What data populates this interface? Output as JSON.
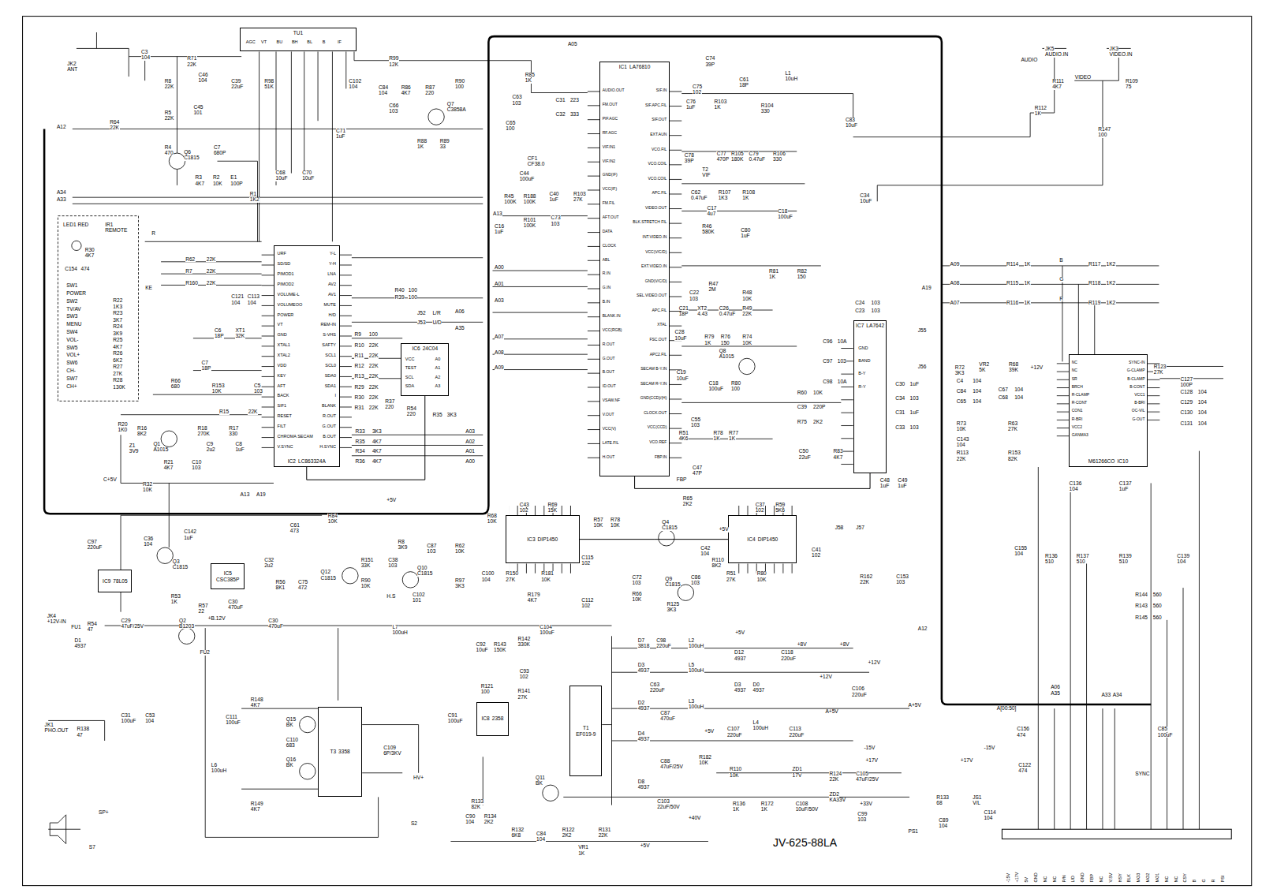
{
  "diagram": {
    "nodes": [
      {
        "text": [
          "TU1"
        ]
      },
      {
        "text": [
          "IC2",
          "LC863324A"
        ]
      },
      {
        "text": [
          "IC6",
          "24C04"
        ]
      },
      {
        "text": [
          "IC1",
          "LA76810"
        ]
      },
      {
        "text": [
          "IC7",
          "LA7642"
        ]
      },
      {
        "text": [
          "M61266CO",
          "IC10"
        ]
      },
      {
        "text": [
          "IC5",
          "CSC385P"
        ]
      },
      {
        "text": [
          "IC9",
          "78L05"
        ]
      },
      {
        "text": [
          "IC3",
          "DIP1450"
        ]
      },
      {
        "text": [
          "IC4",
          "DIP1450"
        ]
      },
      {
        "text": [
          "T3",
          "3358"
        ]
      },
      {
        "text": [
          "IC8",
          "2358"
        ]
      },
      {
        "text": [
          "T1",
          "EF019-9"
        ]
      }
    ],
    "edges": [
      {
        "from": 1,
        "to": 2,
        "arrow": "none"
      },
      {
        "from": 3,
        "to": 4,
        "arrow": "none"
      },
      {
        "from": 8,
        "to": 9,
        "arrow": "none"
      }
    ],
    "labels": [
      "JK2",
      "ANT",
      "C3",
      "104",
      "R71",
      "22K",
      "C46",
      "104",
      "R8",
      "22K",
      "C39",
      "22uF",
      "R98",
      "51K",
      "AGC",
      "VT",
      "BU",
      "BH",
      "BL",
      "B",
      "IF",
      "R5",
      "22K",
      "C45",
      "101",
      "R4",
      "470",
      "Q6",
      "C1815",
      "C7",
      "680P",
      "R3",
      "4K7",
      "R2",
      "10K",
      "E1",
      "100P",
      "R1",
      "1K2",
      "C68",
      "10uF",
      "C70",
      "10uF",
      "C71",
      "1uF",
      "C102",
      "104",
      "R99",
      "12K",
      "A12",
      "R64",
      "22K",
      "A34",
      "A33",
      "LED1 RED",
      "IR1",
      "REMOTE",
      "R30",
      "4K7",
      "C154",
      "474",
      "SW1",
      "POWER",
      "SW2",
      "TV/AV",
      "SW3",
      "MENU",
      "SW4",
      "VOL-",
      "SW5",
      "VOL+",
      "SW6",
      "CH-",
      "SW7",
      "CH+",
      "R22",
      "1K3",
      "R23",
      "3K7",
      "R24",
      "3K9",
      "R25",
      "4K7",
      "R26",
      "6K2",
      "R27",
      "27K",
      "R28",
      "130K",
      "KE",
      "R",
      "R62",
      "R7",
      "R160",
      "22K",
      "22K",
      "22K",
      "C121",
      "104",
      "C113",
      "104",
      "C6",
      "18P",
      "XT1",
      "32K",
      "C7",
      "18P",
      "R66",
      "680",
      "R153",
      "10K",
      "C5",
      "103",
      "R15",
      "22K",
      "R20",
      "1K0",
      "R16",
      "8K2",
      "Q1",
      "A1015",
      "R21",
      "4K7",
      "R18",
      "270K",
      "R17",
      "330",
      "C9",
      "2u2",
      "C8",
      "1uF",
      "C10",
      "103",
      "Z1",
      "3V9",
      "C+5V",
      "R32",
      "10K",
      "A13",
      "A19",
      "URF",
      "SD/SD",
      "PIMOD1",
      "PIMOD2",
      "VOLUME-L",
      "VOLUMEOO",
      "POWER",
      "VT",
      "GND",
      "XTAL1",
      "XTAL2",
      "VDD",
      "KEY",
      "AFT",
      "BACK",
      "SIF1",
      "RESET",
      "FILT",
      "CHROMA SECAM",
      "V.SYNC",
      "Y-L",
      "Y-H",
      "LNA",
      "AV2",
      "AV1",
      "MUTE",
      "H/D",
      "REM-IN",
      "S-VHS",
      "SAFTY",
      "SCL1",
      "SCL0",
      "SDA0",
      "SDA1",
      "I",
      "BLANK",
      "R.OUT",
      "G.OUT",
      "B.OUT",
      "H.SYNC",
      "R40",
      "R39",
      "100",
      "100",
      "J52",
      "J53",
      "L/R",
      "U/D",
      "A06",
      "A35",
      "R9",
      "R10",
      "R11",
      "R12",
      "R13",
      "R29",
      "R30",
      "R31",
      "100",
      "22K",
      "22K",
      "22K",
      "22K",
      "22K",
      "22K",
      "22K",
      "R37",
      "220",
      "R54",
      "220",
      "VCC",
      "TEST",
      "SCL",
      "SDA",
      "A0",
      "A1",
      "A2",
      "A3",
      "R35",
      "3K3",
      "R33",
      "R35",
      "R34",
      "R36",
      "3K3",
      "4K7",
      "4K7",
      "4K7",
      "A03",
      "A02",
      "A01",
      "A00",
      "A13",
      "A00",
      "A01",
      "A03",
      "A07",
      "A08",
      "A09",
      "AUDIO.OUT",
      "FM.OUT",
      "PIF.AGC",
      "RF.AGC",
      "VIF.IN1",
      "VIF.IN2",
      "GND(IF)",
      "VCC(IF)",
      "FM.FIL",
      "AFT.OUT",
      "DATA",
      "CLOCK",
      "ABL",
      "R.IN",
      "G.IN",
      "B.IN",
      "BLANK.IN",
      "VCC(RGB)",
      "R.OUT",
      "G.OUT",
      "B.OUT",
      "ID.OUT",
      "VSAW.NF",
      "V.OUT",
      "VCC(V)",
      "LATE.FIL",
      "H.OUT",
      "SIF.IN",
      "SIF.APC.FIL",
      "SIF.OUT",
      "EXT.AUN",
      "VCO.FIL",
      "VCO.COIL",
      "VCO.COIL",
      "APC.FIL",
      "VIDEO.OUT",
      "BLK.STRETCH FIL",
      "INT.VIDEO.IN",
      "VCC(V/C/D)",
      "EXT.VIDEO.IN",
      "GND(V/C/D)",
      "SEL.VIDEO.OUT",
      "APC.FIL",
      "XTAL",
      "FSC.OUT",
      "APC2.FIL",
      "SECAM B-Y.IN",
      "SECAM R-Y.IN",
      "GND(CCD)/(H)",
      "CLOCK.OUT",
      "VCC(CCD)",
      "VCO.REF",
      "FBP.IN",
      "R85",
      "1K",
      "C63",
      "103",
      "C31",
      "C32",
      "223",
      "333",
      "C84",
      "104",
      "R86",
      "4K7",
      "R87",
      "220",
      "R90",
      "100",
      "C66",
      "103",
      "Q7",
      "C3858A",
      "R88",
      "1K",
      "R89",
      "33",
      "C65",
      "100",
      "CF1",
      "CF38.0",
      "C44",
      "100uF",
      "R45",
      "100K",
      "R188",
      "100K",
      "C40",
      "1uF",
      "R103",
      "27K",
      "C16",
      "1uF",
      "R101",
      "100K",
      "C73",
      "103",
      "C74",
      "39P",
      "L1",
      "10uH",
      "C75",
      "102",
      "C61",
      "18P",
      "R103",
      "1K",
      "C76",
      "1uF",
      "R104",
      "330",
      "C83",
      "10uF",
      "C77",
      "470P",
      "C78",
      "39P",
      "T2",
      "VIF",
      "R105",
      "180K",
      "C79",
      "0.47uF",
      "R106",
      "330",
      "C62",
      "0.47uF",
      "R107",
      "1K3",
      "R108",
      "1K",
      "C17",
      "4u7",
      "R46",
      "580K",
      "C80",
      "1uF",
      "C18",
      "100uF",
      "C34",
      "10uF",
      "R81",
      "1K",
      "R82",
      "150",
      "R47",
      "2M",
      "C22",
      "103",
      "R48",
      "10K",
      "C21",
      "18P",
      "XT2",
      "4.43",
      "C26",
      "0.47uF",
      "R49",
      "22K",
      "C28",
      "10uF",
      "R79",
      "1K",
      "R76",
      "150",
      "R74",
      "10K",
      "Q8",
      "A1015",
      "C19",
      "10uF",
      "C18",
      "100uF",
      "R80",
      "100",
      "C55",
      "103",
      "R51",
      "4K6",
      "R78",
      "1K",
      "R77",
      "1K",
      "C47",
      "47P",
      "FBP",
      "GND",
      "BAND",
      "B-Y",
      "R-Y",
      "C96",
      "C97",
      "C98",
      "10A",
      "103",
      "10A",
      "C24",
      "C23",
      "103",
      "103",
      "J55",
      "J56",
      "C30",
      "C34",
      "C31",
      "C33",
      "1uF",
      "103",
      "1uF",
      "103",
      "R60",
      "C39",
      "R75",
      "10K",
      "220P",
      "2K2",
      "C50",
      "22uF",
      "R83",
      "4K7",
      "C48",
      "1uF",
      "C49",
      "1uF",
      "A19",
      "JK5",
      "AUDIO.IN",
      "JK3",
      "VIDEO.IN",
      "AUDIO",
      "VIDEO",
      "R111",
      "4K7",
      "R109",
      "75",
      "R112",
      "1K",
      "R147",
      "100",
      "A09",
      "A08",
      "A07",
      "R114",
      "R115",
      "R116",
      "1K",
      "1K",
      "1K",
      "B",
      "G",
      "R",
      "R117",
      "R118",
      "R119",
      "1K2",
      "1K2",
      "1K2",
      "NC",
      "NC",
      "SR",
      "BRCH",
      "R-CLAMP",
      "R-CONT",
      "CON1",
      "R-BRI",
      "VCC2",
      "GANMA3",
      "SYNC-IN",
      "G-CLAMP",
      "B-CLAMP",
      "B-CONT",
      "VCC1",
      "B-BRI",
      "OC-VIL",
      "G-OUT",
      "R72",
      "3K3",
      "VR2",
      "5K",
      "R68",
      "39K",
      "+12V",
      "C4",
      "C84",
      "C65",
      "104",
      "104",
      "104",
      "C67",
      "C68",
      "104",
      "104",
      "R73",
      "10K",
      "R63",
      "27K",
      "C143",
      "104",
      "R113",
      "22K",
      "R153",
      "82K",
      "R123",
      "27K",
      "C127",
      "100P",
      "C128",
      "C129",
      "C130",
      "C131",
      "104",
      "104",
      "104",
      "104",
      "C136",
      "104",
      "C137",
      "1uF",
      "C155",
      "104",
      "R136",
      "510",
      "R137",
      "510",
      "R139",
      "510",
      "C139",
      "104",
      "R144",
      "R143",
      "R145",
      "560",
      "560",
      "560",
      "R84",
      "10K",
      "+5V",
      "R8",
      "3K9",
      "C87",
      "103",
      "R62",
      "10K",
      "Q12",
      "C1815",
      "R151",
      "33K",
      "R90",
      "10K",
      "C38",
      "103",
      "Q10",
      "C1815",
      "R97",
      "3K3",
      "H.S",
      "C102",
      "101",
      "C100",
      "104",
      "R68",
      "10K",
      "C43",
      "102",
      "R69",
      "15K",
      "C115",
      "102",
      "R150",
      "27K",
      "R181",
      "10K",
      "R179",
      "4K7",
      "R57",
      "10K",
      "R78",
      "10K",
      "Q4",
      "C1815",
      "R65",
      "2K2",
      "C42",
      "104",
      "C112",
      "102",
      "C72",
      "103",
      "R66",
      "10K",
      "Q9",
      "C1815",
      "C86",
      "103",
      "R125",
      "3K3",
      "R110",
      "8K2",
      "C37",
      "102",
      "R59",
      "5K6",
      "C41",
      "102",
      "R51",
      "27K",
      "R80",
      "10K",
      "+5V",
      "J58",
      "J57",
      "R162",
      "22K",
      "C153",
      "103",
      "C97",
      "220uF",
      "C36",
      "104",
      "C142",
      "1uF",
      "Q3",
      "C1815",
      "C61",
      "473",
      "C32",
      "2u2",
      "R56",
      "8K1",
      "C75",
      "472",
      "R53",
      "1K",
      "C30",
      "470uF",
      "R57",
      "22",
      "Q2",
      "B1203",
      "R54",
      "47",
      "JK4",
      "+12V-IN",
      "FU1",
      "D1",
      "4937",
      "C29",
      "47uF/25V",
      "+B.12V",
      "C30",
      "470uF",
      "L7",
      "100uH",
      "C104",
      "100uF",
      "+5V",
      "D7",
      "3818",
      "C98",
      "220uF",
      "L2",
      "100uH",
      "D12",
      "4937",
      "C118",
      "220uF",
      "+8V",
      "+8V",
      "D3",
      "4937",
      "C63",
      "220uF",
      "L5",
      "100uH",
      "D3",
      "4937",
      "D0",
      "4937",
      "+12V",
      "+12V",
      "C106",
      "220uF",
      "D2",
      "4937",
      "L3",
      "100uH",
      "C87",
      "470uF",
      "+5V",
      "C107",
      "220uF",
      "L4",
      "100uH",
      "C113",
      "220uF",
      "A+5V",
      "D4",
      "4937",
      "C88",
      "47uF/25V",
      "R182",
      "10K",
      "D8",
      "4937",
      "C103",
      "22uF/50V",
      "+40V",
      "+5V",
      "R110",
      "10K",
      "ZD1",
      "17V",
      "R124",
      "22K",
      "C105",
      "47uF/25V",
      "-15V",
      "+17V",
      "+17V",
      "-15V",
      "R136",
      "1K",
      "R172",
      "1K",
      "C108",
      "10uF/50V",
      "ZD2",
      "KA33V",
      "C99",
      "103",
      "+33V",
      "R133",
      "68",
      "C89",
      "104",
      "JS1",
      "V/L",
      "C114",
      "104",
      "C122",
      "474",
      "A+5V",
      "PS1",
      "C156",
      "474",
      "C85",
      "100uF",
      "A[00:50]",
      "A06",
      "A35",
      "A33",
      "A34",
      "A12",
      "SYNC",
      "-15V",
      "+17V",
      "5V",
      "GND",
      "NC",
      "NC",
      "P/N",
      "L/D",
      "GND",
      "FBP",
      "NC",
      "V.SV",
      "HSY",
      "BLK",
      "MO3",
      "MO2",
      "MO1",
      "NC",
      "NC",
      "CSY",
      "B",
      "G",
      "R",
      "PSI",
      "JV-625-88LA",
      "JK1",
      "PHO.OUT",
      "C31",
      "100uF",
      "C53",
      "104",
      "R138",
      "47",
      "S7",
      "SP+",
      "FU2",
      "C111",
      "100uF",
      "L6",
      "100uH",
      "R148",
      "4K7",
      "R149",
      "4K7",
      "Q15",
      "BK",
      "C110",
      "683",
      "Q16",
      "BK",
      "C109",
      "6P/3KV",
      "HV+",
      "S2",
      "C92",
      "10uF",
      "R143",
      "150K",
      "R142",
      "330K",
      "C93",
      "102",
      "R141",
      "27K",
      "R121",
      "100",
      "C91",
      "100uF",
      "Q11",
      "BK",
      "R133",
      "82K",
      "C90",
      "104",
      "R134",
      "2K2",
      "R132",
      "6K8",
      "C84",
      "104",
      "R122",
      "2K2",
      "VR1",
      "1K",
      "R131",
      "22K",
      "A05"
    ]
  }
}
